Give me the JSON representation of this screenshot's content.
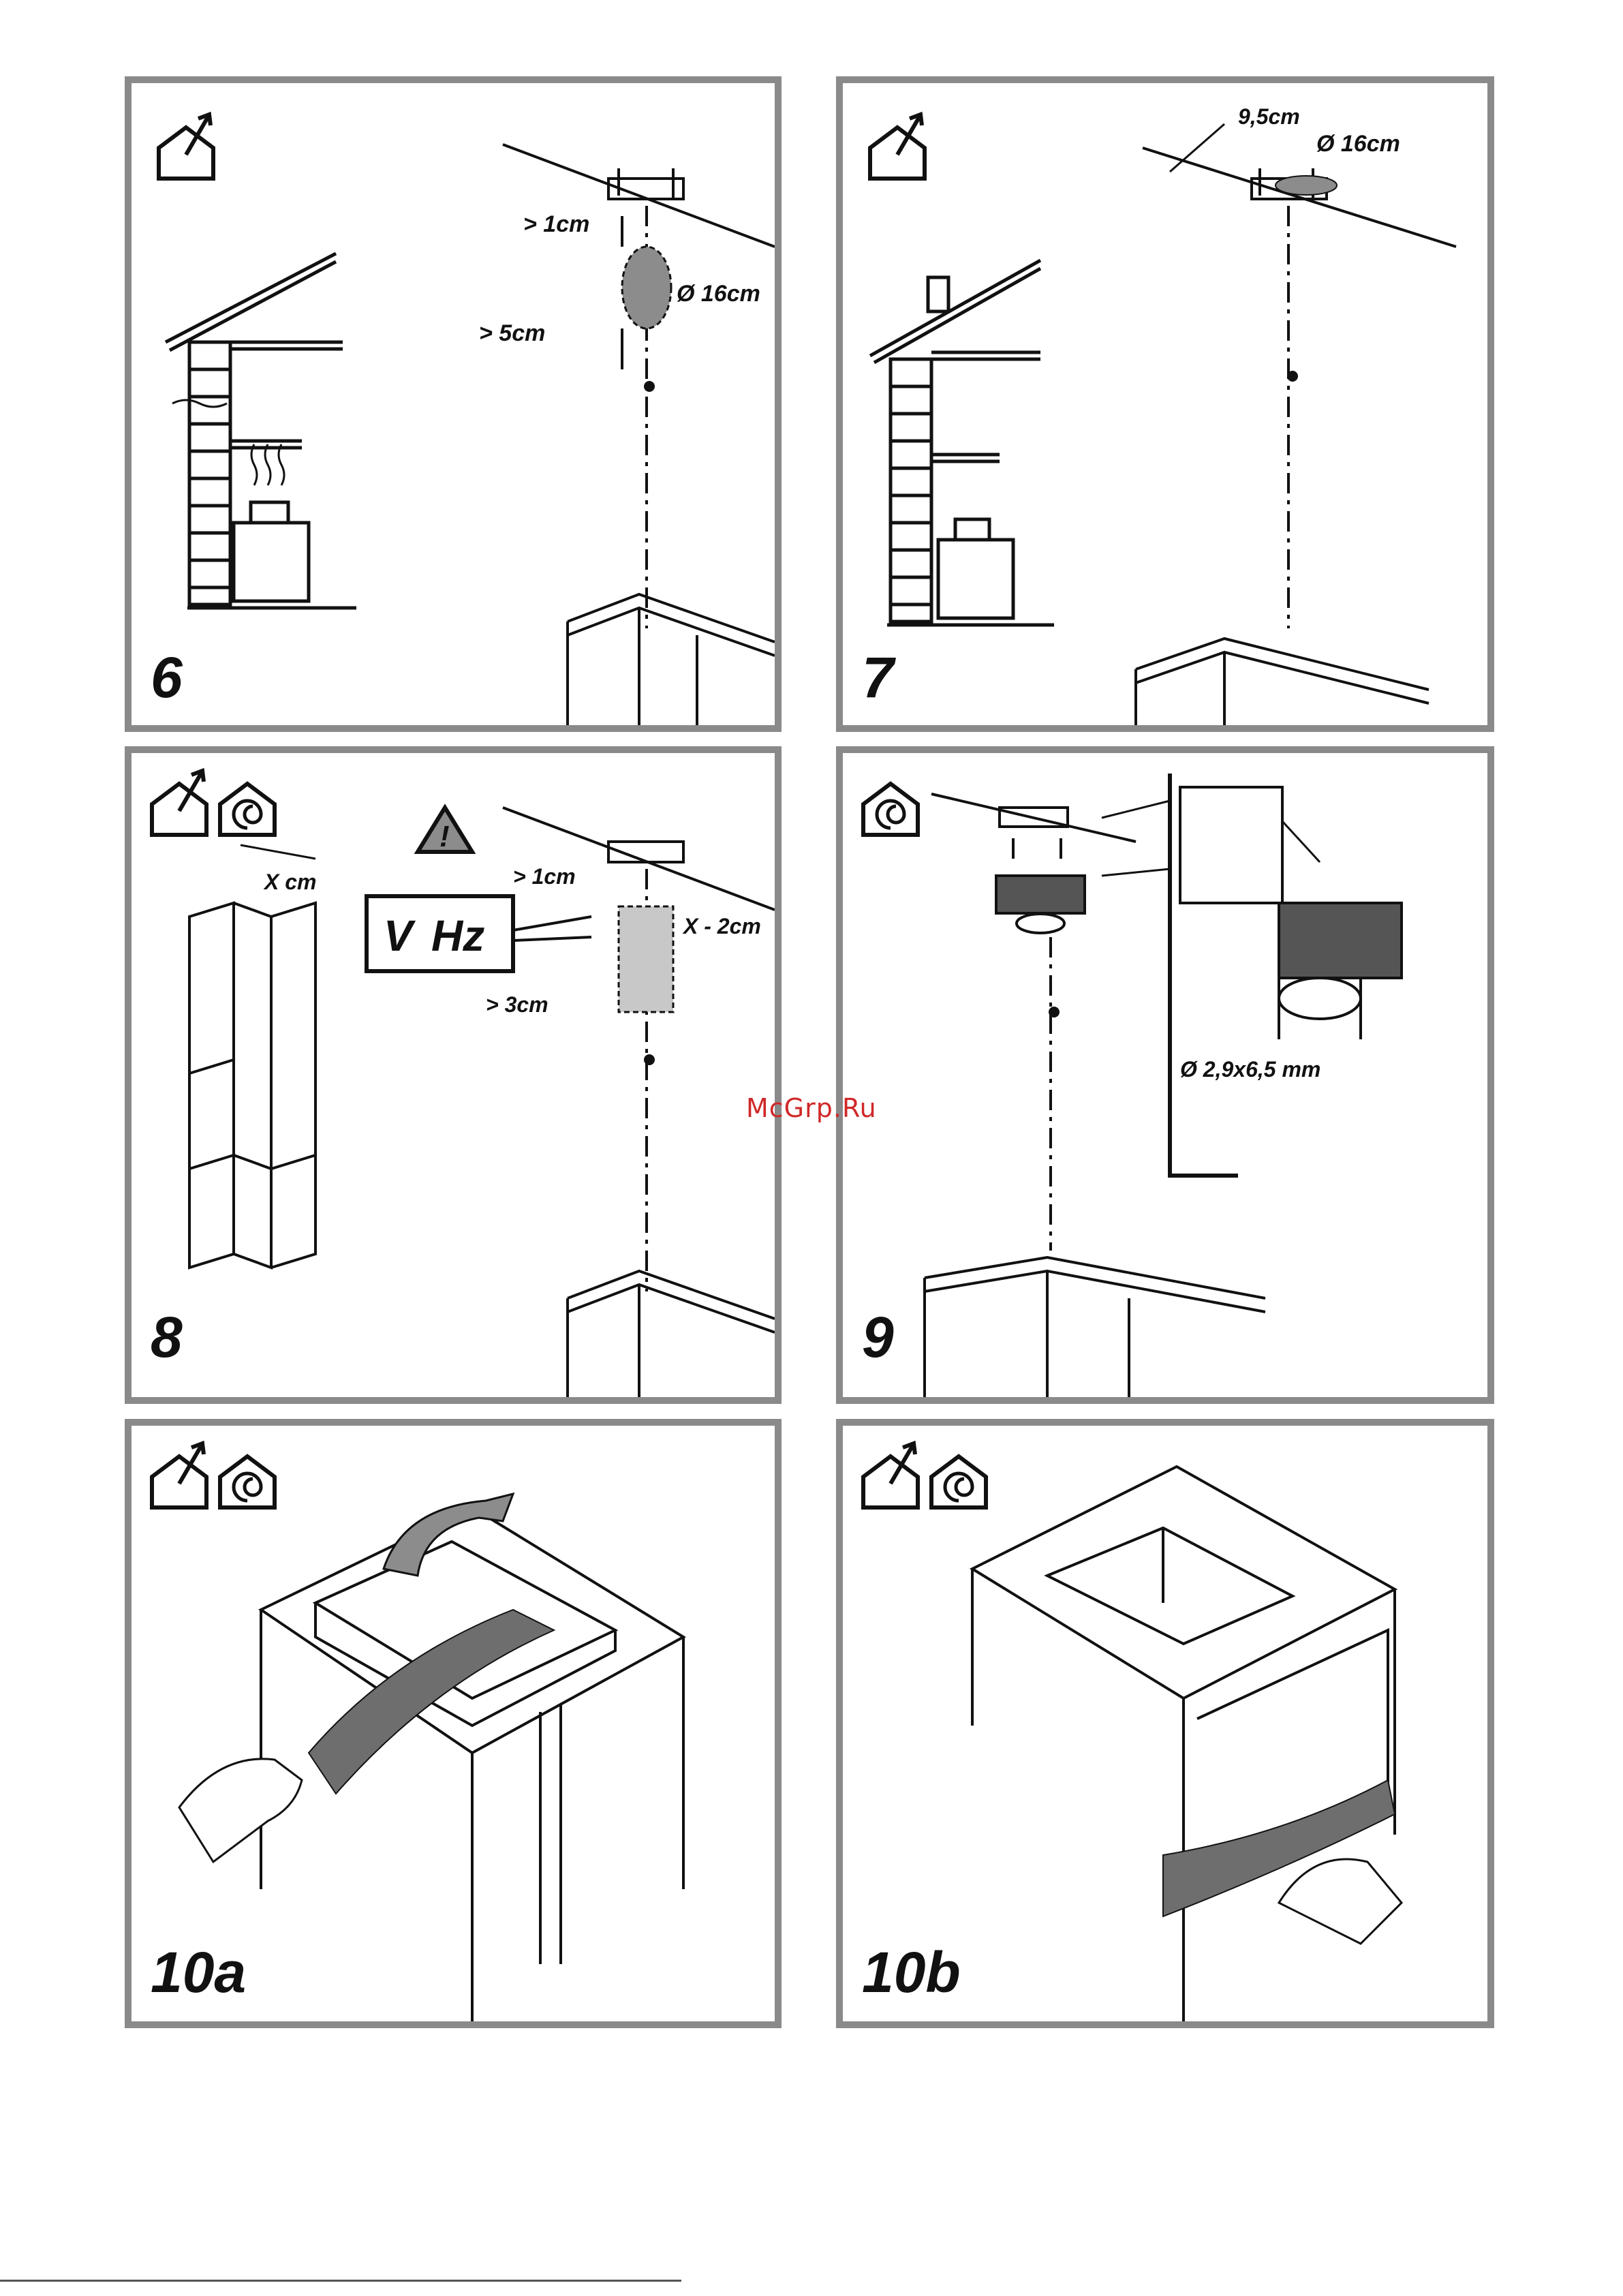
{
  "panels": [
    {
      "id": "6",
      "number": "6",
      "labels": {
        "gap_top": "> 1cm",
        "diameter": "Ø 16cm",
        "gap_bottom": "> 5cm"
      }
    },
    {
      "id": "7",
      "number": "7",
      "labels": {
        "offset": "9,5cm",
        "diameter": "Ø 16cm"
      }
    },
    {
      "id": "8",
      "number": "8",
      "labels": {
        "width": "X cm",
        "gap_top": "> 1cm",
        "socket": "X - 2cm",
        "gap_bottom": "> 3cm",
        "voltage": "V",
        "frequency": "Hz",
        "warning": "!"
      }
    },
    {
      "id": "9",
      "number": "9",
      "labels": {
        "screw": "Ø 2,9x6,5 mm"
      }
    },
    {
      "id": "10a",
      "number": "10a"
    },
    {
      "id": "10b",
      "number": "10b"
    }
  ],
  "watermark": "McGrp.Ru",
  "icons": [
    "ducted-mode-icon",
    "recirculation-mode-icon"
  ],
  "colors": {
    "frame": "#8a8a8a",
    "watermark": "#d02828",
    "fill_grey": "#8c8c8c"
  }
}
